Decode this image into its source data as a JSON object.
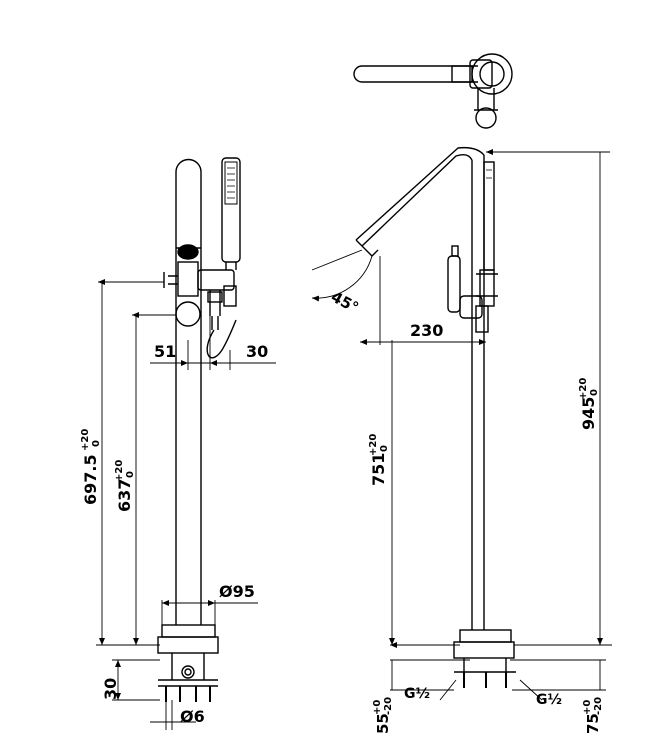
{
  "labels": {
    "d51": "51",
    "d30": "30",
    "d95": "Ø95",
    "d6": "Ø6",
    "d30b": "30",
    "d230": "230",
    "d45": "45°",
    "h697": "697.5",
    "h637": "637",
    "h751": "751",
    "h945": "945",
    "tol_p20": "+20",
    "tol_0": "0",
    "tol_m20": "-20",
    "tol_p0": "+0",
    "b55": "55",
    "b75": "75",
    "g1": "G½",
    "g2": "G½"
  }
}
